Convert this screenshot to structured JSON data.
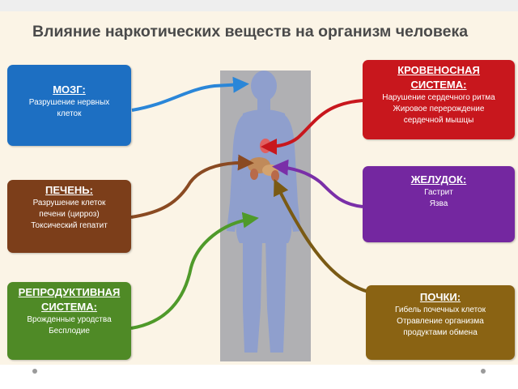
{
  "title": "Влияние наркотических веществ на организм человека",
  "boxes": {
    "brain": {
      "title": "МОЗГ:",
      "lines": [
        "Разрушение нервных",
        "клеток"
      ],
      "color": "#1d6fc2"
    },
    "blood": {
      "title_lines": [
        "КРОВЕНОСНАЯ",
        "СИСТЕМА:"
      ],
      "lines": [
        "Нарушение сердечного ритма",
        "Жировое перерождение",
        "сердечной мышцы"
      ],
      "color": "#c8171d"
    },
    "liver": {
      "title": "ПЕЧЕНЬ:",
      "lines": [
        "Разрушение клеток",
        "печени (цирроз)",
        "Токсический гепатит"
      ],
      "color": "#7c3e1a"
    },
    "stomach": {
      "title": "ЖЕЛУДОК:",
      "lines": [
        "Гастрит",
        "Язва"
      ],
      "color": "#7427a0"
    },
    "reproductive": {
      "title_lines": [
        "РЕПРОДУКТИВНАЯ",
        "СИСТЕМА:"
      ],
      "lines": [
        "Врожденные уродства",
        "Бесплодие"
      ],
      "color": "#4f8a26"
    },
    "kidneys": {
      "title": "ПОЧКИ:",
      "lines": [
        "Гибель почечных клеток",
        "Отравление организма",
        "продуктами обмена"
      ],
      "color": "#8a6313"
    }
  },
  "arrow_colors": {
    "brain": "#2a86d8",
    "blood": "#c8171d",
    "liver": "#8a4a22",
    "stomach": "#7a2fa8",
    "reproductive": "#4f9a2a",
    "kidneys": "#7a5a14"
  }
}
